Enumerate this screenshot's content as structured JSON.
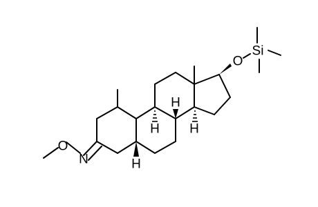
{
  "molecule": {
    "atom_labels": {
      "oxygen_silyl": "O",
      "silicon": "Si",
      "oxygen_oxime": "O",
      "nitrogen": "N",
      "h_c14": "H",
      "h_c8": "H",
      "h_c9": "H",
      "h_c5": "H"
    }
  }
}
